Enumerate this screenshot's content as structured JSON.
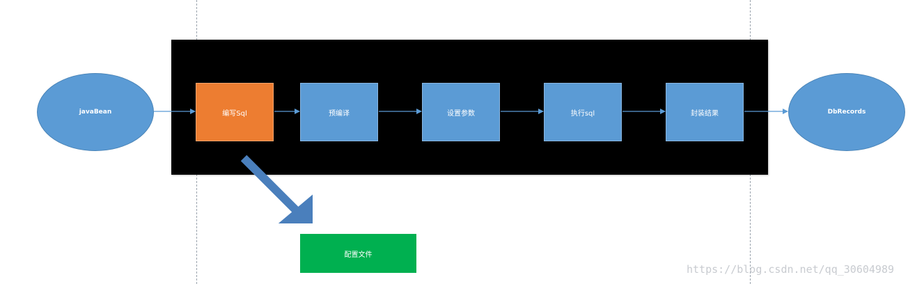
{
  "diagram": {
    "source_node": {
      "label": "javaBean"
    },
    "target_node": {
      "label": "DbRecords"
    },
    "steps": [
      {
        "label": "编写Sql",
        "color": "#ed7d31",
        "highlighted": true
      },
      {
        "label": "预编译",
        "color": "#5b9bd5",
        "highlighted": false
      },
      {
        "label": "设置参数",
        "color": "#5b9bd5",
        "highlighted": false
      },
      {
        "label": "执行sql",
        "color": "#5b9bd5",
        "highlighted": false
      },
      {
        "label": "封装结果",
        "color": "#5b9bd5",
        "highlighted": false
      }
    ],
    "config_node": {
      "label": "配置文件",
      "color": "#00b050"
    },
    "panel_color": "#000000",
    "connector_color": "#5b9bd5"
  },
  "watermark": {
    "text": "https://blog.csdn.net/qq_30604989"
  }
}
